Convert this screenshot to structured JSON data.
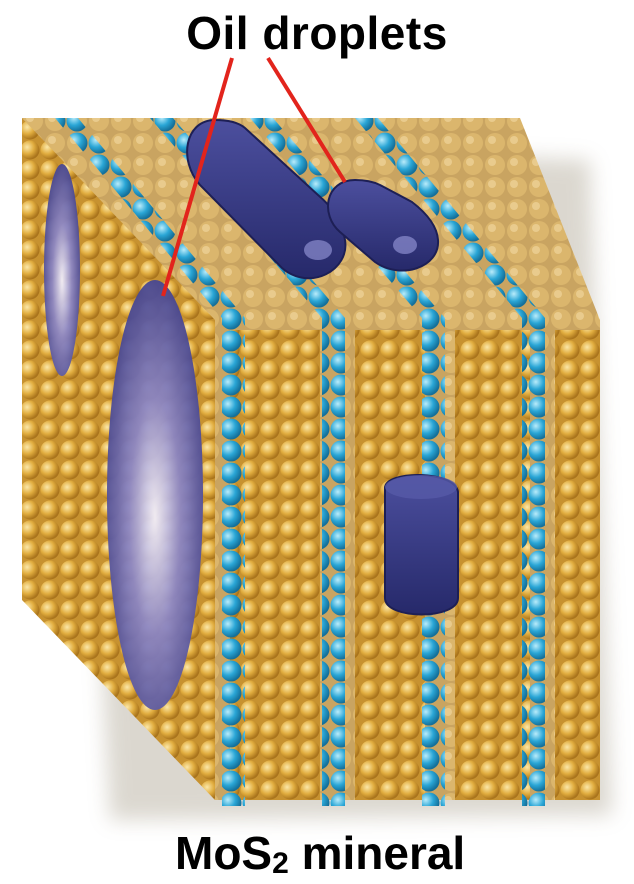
{
  "labels": {
    "top": "Oil droplets",
    "bottom_main": "MoS",
    "bottom_sub": "2",
    "bottom_rest": " mineral"
  },
  "colors": {
    "sulfur": "#e1ad3f",
    "molybdenum": "#2aa6d6",
    "oil": "#3a3f8c",
    "pointer": "#e2241c"
  }
}
